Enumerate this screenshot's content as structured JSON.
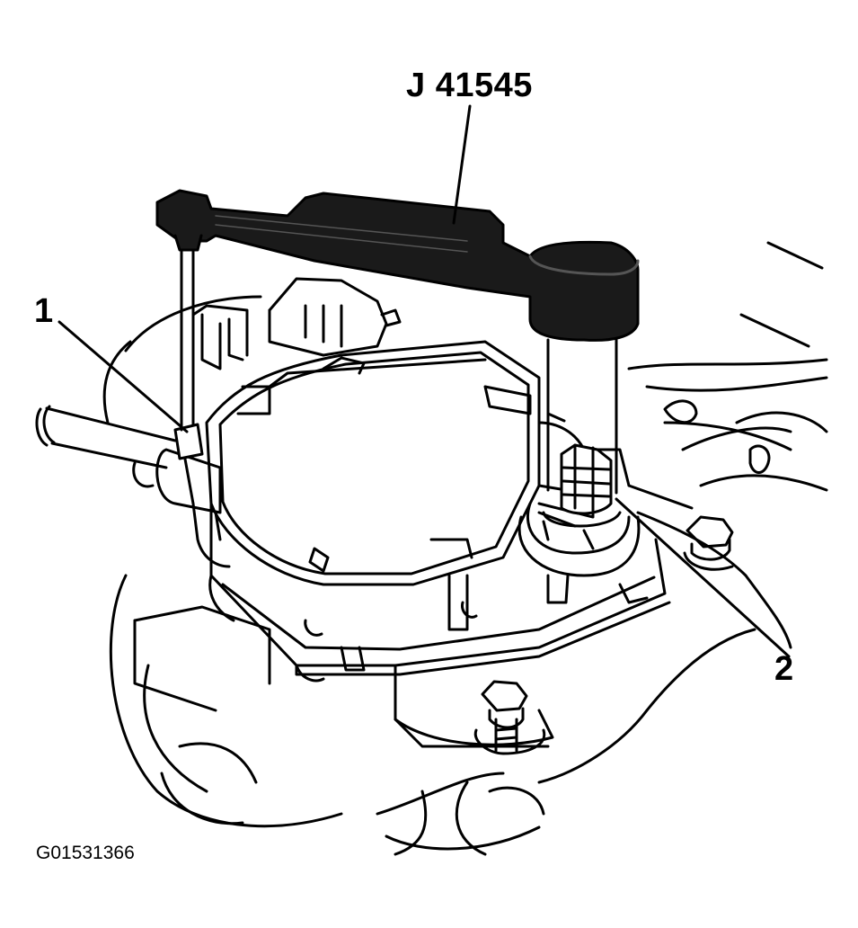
{
  "labels": {
    "tool": "J 41545",
    "callout_1": "1",
    "callout_2": "2",
    "figure_id": "G01531366"
  },
  "colors": {
    "ink": "#000000",
    "paper": "#ffffff",
    "tool_fill": "#1a1a1a"
  }
}
